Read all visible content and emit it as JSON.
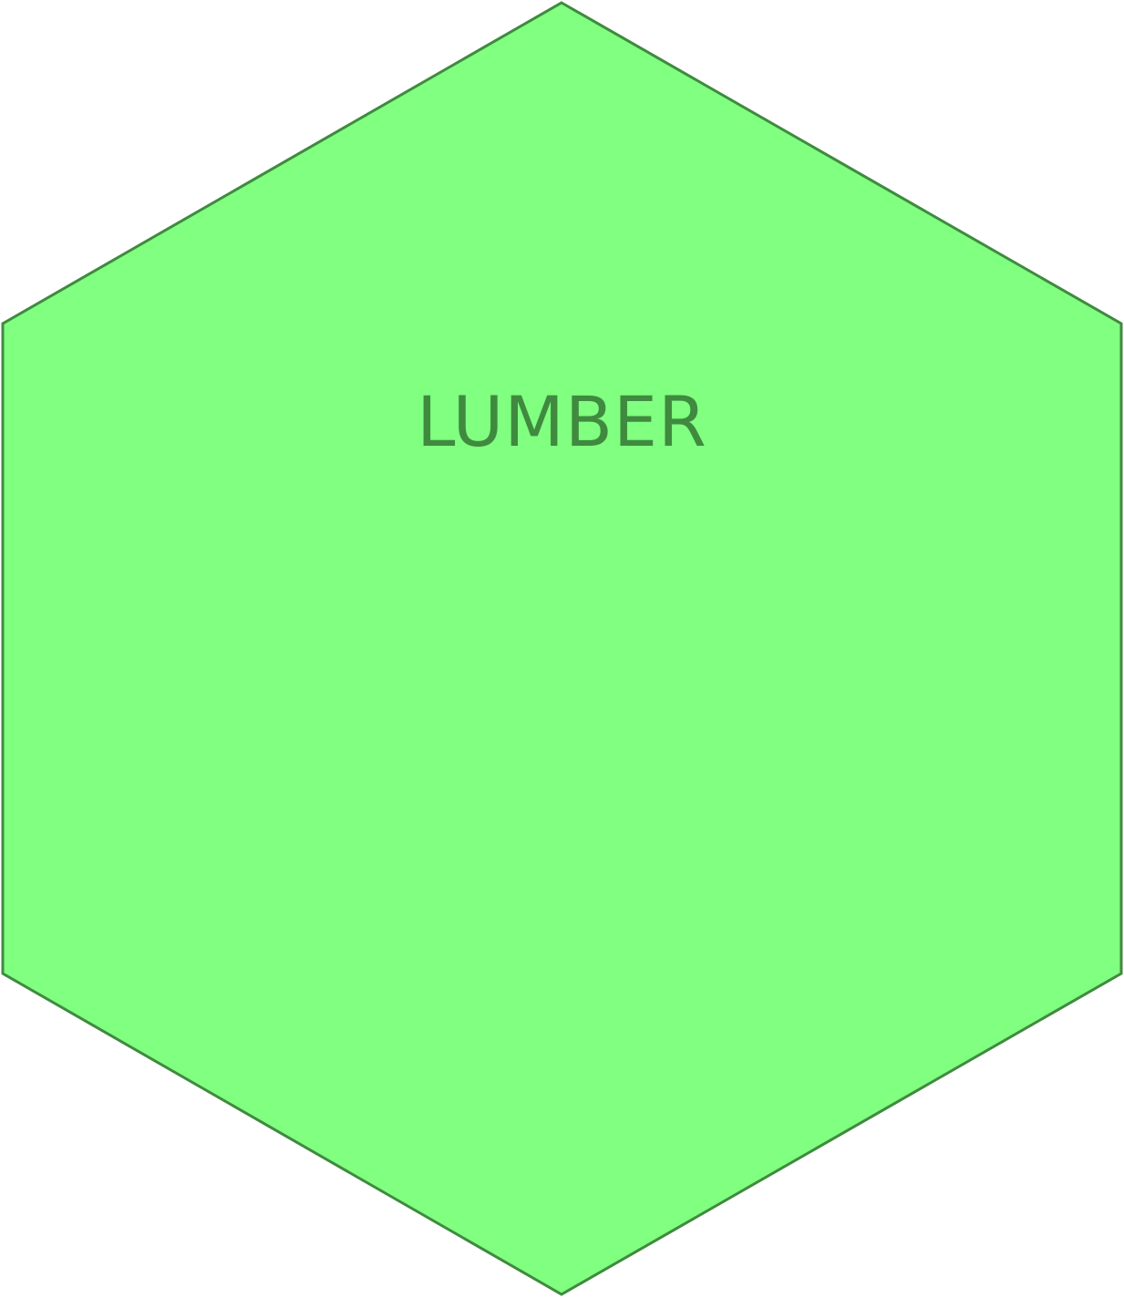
{
  "tile": {
    "label": "LUMBER",
    "resource": "lumber",
    "shape": "hexagon",
    "colors": {
      "fill": "#80ff80",
      "stroke": "#3f8a3f",
      "text": "#3f8a3f",
      "background": "#ffffff"
    }
  }
}
